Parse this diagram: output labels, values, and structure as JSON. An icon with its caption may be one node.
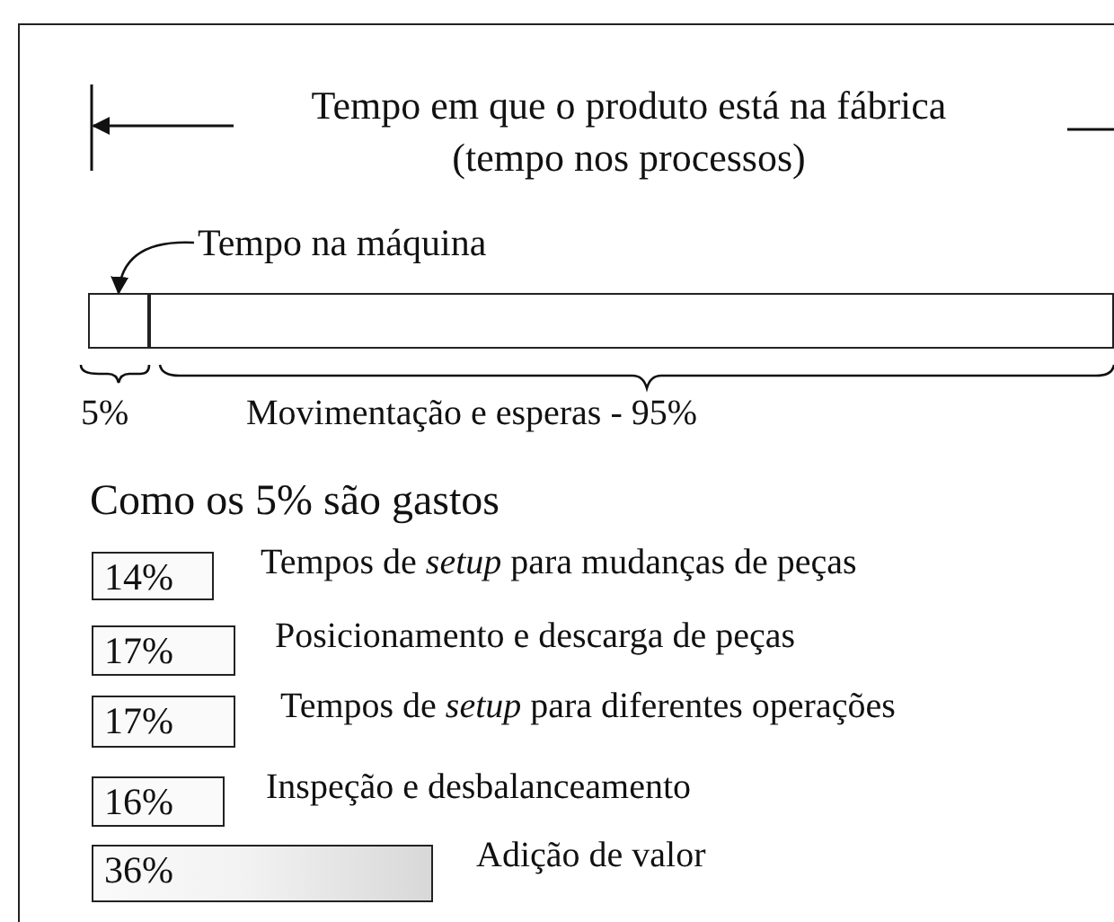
{
  "diagram": {
    "nodes": [
      {
        "text": [
          "Tempo na máquina"
        ]
      },
      {
        "text": [],
        "shape": "box"
      },
      {
        "text": [],
        "shape": "box"
      },
      {
        "text": [
          "14%"
        ],
        "beside": [
          "Tempos de *setup* para mudanças de peças"
        ]
      },
      {
        "text": [
          "17%"
        ],
        "beside": [
          "Posicionamento e descarga de peças"
        ]
      },
      {
        "text": [
          "17%"
        ],
        "beside": [
          "Tempos de *setup* para diferentes operações"
        ]
      },
      {
        "text": [
          "16%"
        ],
        "beside": [
          "Inspeção e desbalanceamento"
        ]
      },
      {
        "text": [
          "36%"
        ],
        "beside": [
          "Adição de valor"
        ]
      }
    ],
    "edges": [
      {
        "from": 0,
        "to": 1,
        "arrow": "to"
      }
    ],
    "labels": [
      "Tempo em que o produto está na fábrica (tempo nos processos)",
      "5%",
      "Movimentação e esperas - 95%",
      "Como os 5% são gastos"
    ]
  }
}
